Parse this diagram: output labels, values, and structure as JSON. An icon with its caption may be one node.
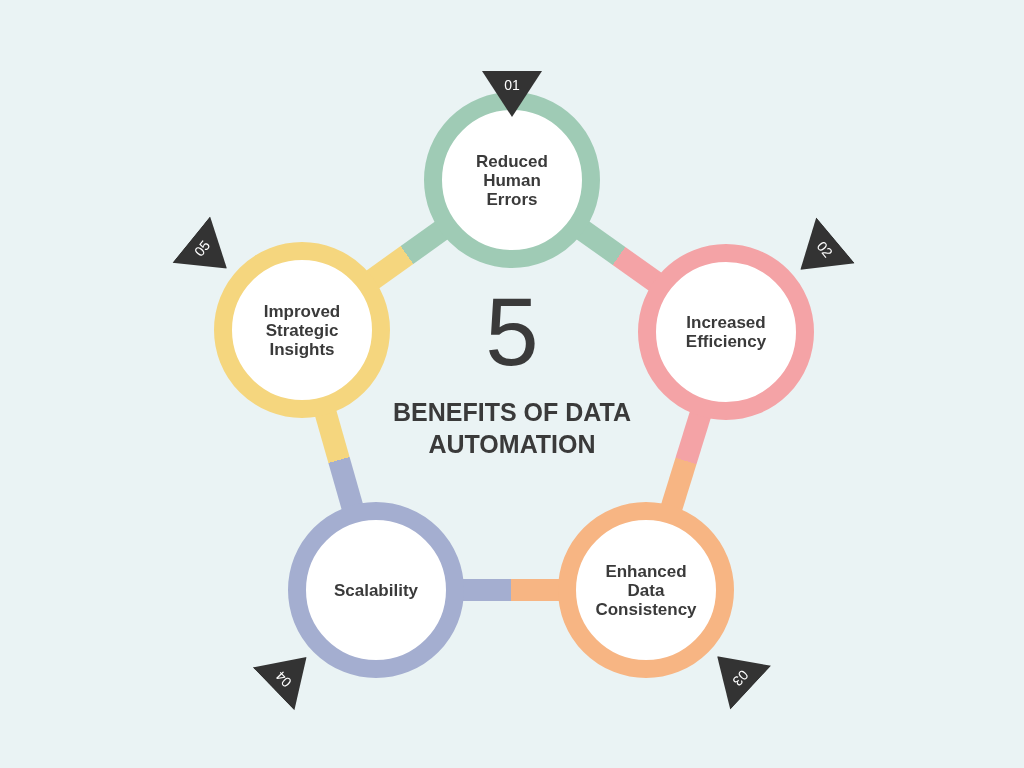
{
  "diagram": {
    "title": "BENEFITS OF DATA AUTOMATION",
    "nodes": [
      {
        "text": [
          "Reduced Human Errors"
        ],
        "beside": [
          "01"
        ]
      },
      {
        "text": [
          "Increased Efficiency"
        ],
        "beside": [
          "02"
        ]
      },
      {
        "text": [
          "Enhanced Data Consistency"
        ],
        "beside": [
          "03"
        ]
      },
      {
        "text": [
          "Scalability"
        ],
        "beside": [
          "04"
        ]
      },
      {
        "text": [
          "Improved Strategic Insights"
        ],
        "beside": [
          "05"
        ]
      }
    ],
    "edges": [
      {
        "from": 0,
        "to": 1,
        "arrow": "none"
      },
      {
        "from": 1,
        "to": 2,
        "arrow": "none"
      },
      {
        "from": 2,
        "to": 3,
        "arrow": "none"
      },
      {
        "from": 3,
        "to": 4,
        "arrow": "none"
      },
      {
        "from": 4,
        "to": 0,
        "arrow": "none"
      }
    ],
    "labels": [
      "5"
    ]
  }
}
